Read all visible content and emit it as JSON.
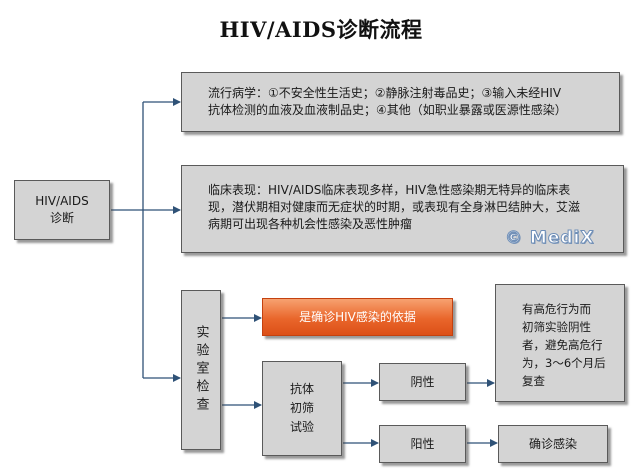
{
  "title": "HIV/AIDS诊断流程",
  "nodes": {
    "diagnosis": {
      "line1": "HIV/AIDS",
      "line2": "诊断"
    },
    "epidemiology": {
      "line1": "流行病学：①不安全性生活史；②静脉注射毒品史；③输入未经HIV",
      "line2": "抗体检测的血液及血液制品史；④其他（如职业暴露或医源性感染）"
    },
    "clinical": {
      "line1": "临床表现：HIV/AIDS临床表现多样，HIV急性感染期无特异的临床表",
      "line2": "现，潜伏期相对健康而无症状的时期，或表现有全身淋巴结肿大，艾滋",
      "line3": "病期可出现各种机会性感染及恶性肿瘤"
    },
    "lab": {
      "label": "实验室检查"
    },
    "basis": {
      "label": "是确诊HIV感染的依据"
    },
    "screening": {
      "line1": "抗体",
      "line2": "初筛",
      "line3": "试验"
    },
    "negative": {
      "label": "阴性"
    },
    "positive": {
      "label": "阳性"
    },
    "recheck": {
      "line1": "有高危行为而",
      "line2": "初筛实验阴性",
      "line3": "者，避免高危行",
      "line4": "为，3～6个月后",
      "line5": "复查"
    },
    "confirm": {
      "label": "确诊感染"
    }
  },
  "watermark": "© MediX",
  "colors": {
    "box_fill": "#d4d4d4",
    "box_border": "#5a5a5a",
    "connector": "#2f5277",
    "highlight_orange": "#e9662b"
  }
}
